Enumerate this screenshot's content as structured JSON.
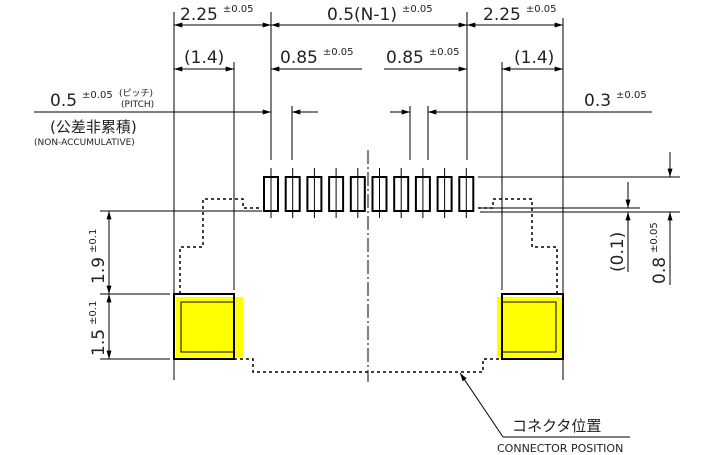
{
  "dimensions": {
    "left_width": {
      "value": "2.25",
      "tol": "±0.05"
    },
    "span": {
      "value": "0.5(N-1)",
      "tol": "±0.05"
    },
    "right_width": {
      "value": "2.25",
      "tol": "±0.05"
    },
    "left_ref": "(1.4)",
    "right_ref": "(1.4)",
    "left_gap": {
      "value": "0.85",
      "tol": "±0.05"
    },
    "right_gap": {
      "value": "0.85",
      "tol": "±0.05"
    },
    "pitch": {
      "value": "0.5",
      "tol": "±0.05",
      "jp": "(ピッチ)",
      "en": "(PITCH)"
    },
    "non_accum": {
      "jp": "(公差非累積)",
      "en": "(NON-ACCUMULATIVE)"
    },
    "pad_width": {
      "value": "0.3",
      "tol": "±0.05"
    },
    "offset_ref": "(0.1)",
    "pad_length": {
      "value": "0.8",
      "tol": "±0.05"
    },
    "height_upper": {
      "value": "1.9",
      "tol": "±0.1"
    },
    "height_lower": {
      "value": "1.5",
      "tol": "±0.1"
    }
  },
  "callout": {
    "jp": "コネクタ位置",
    "en": "CONNECTOR POSITION"
  },
  "colors": {
    "mount_pad": "#ffff00",
    "lines": "#000000"
  },
  "signal_pad_count": 10
}
